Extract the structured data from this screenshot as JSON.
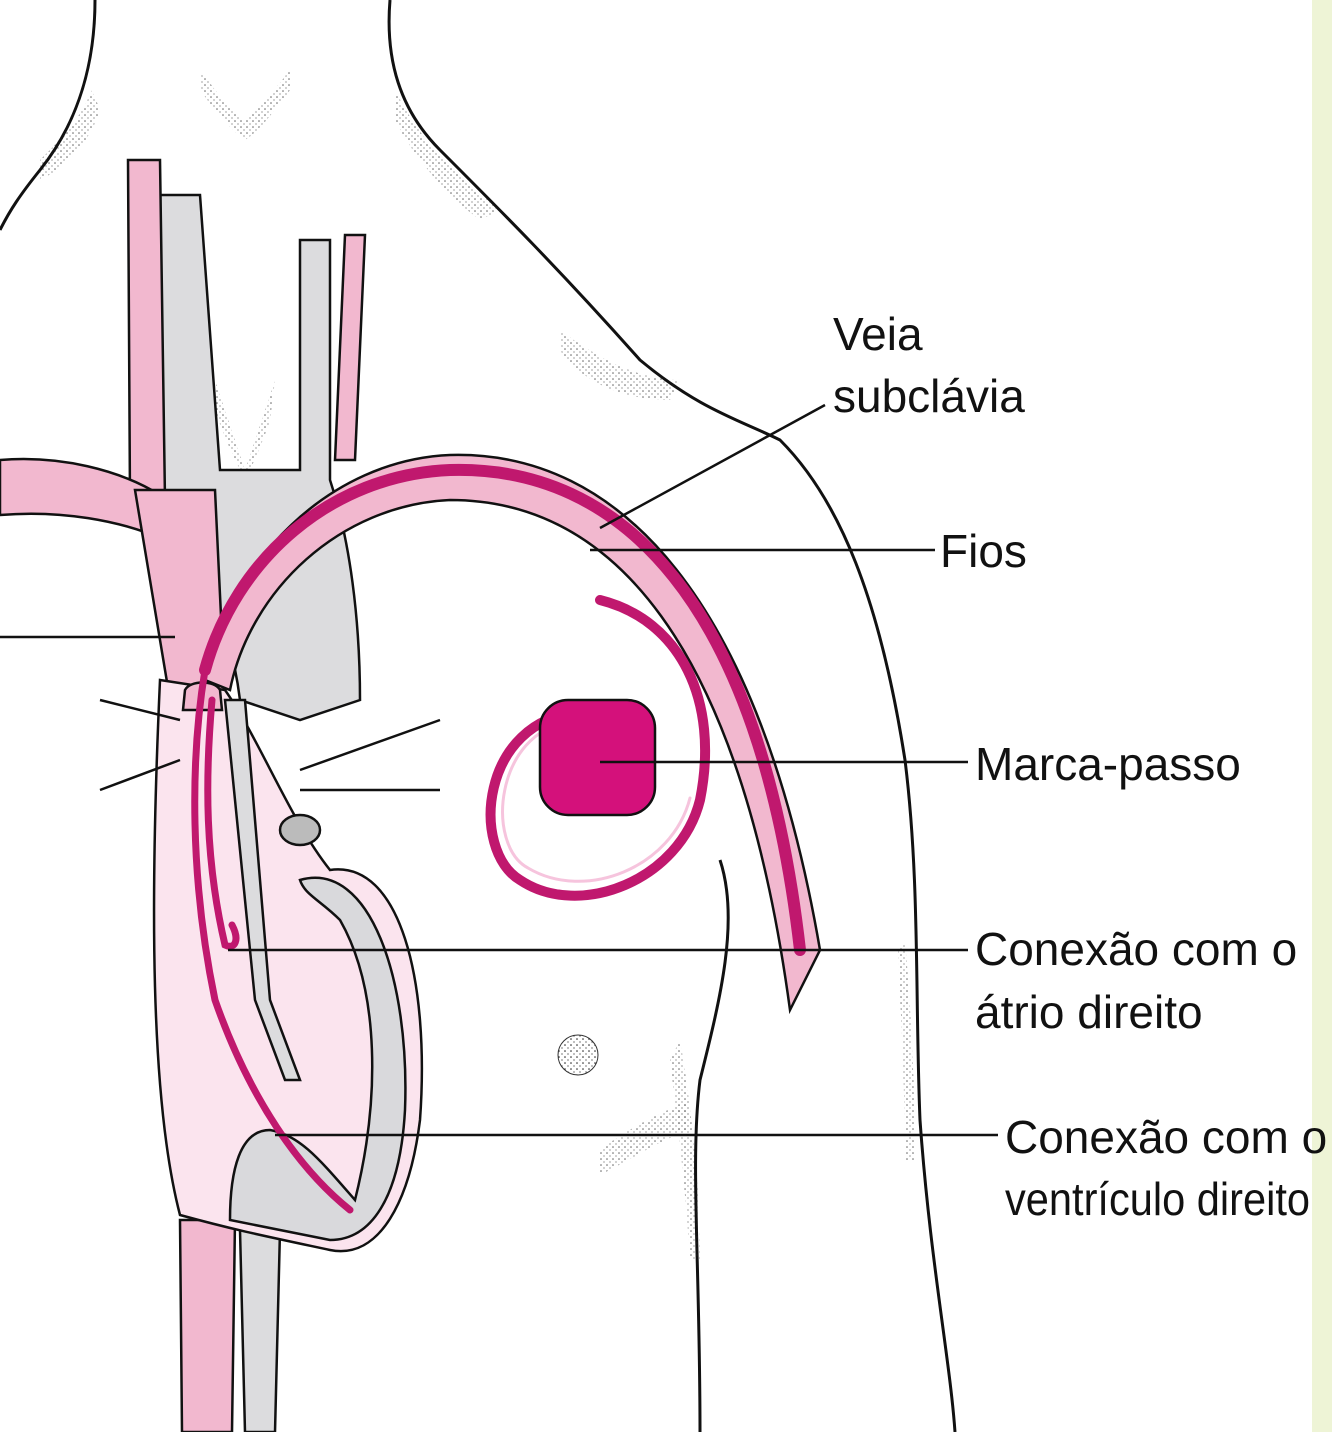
{
  "labels": {
    "veia_subclavia": [
      "Veia",
      "subclávia"
    ],
    "fios": "Fios",
    "marca_passo": "Marca-passo",
    "conexao_atrio": [
      "Conexão com o",
      "átrio direito"
    ],
    "conexao_ventriculo": [
      "Conexão com o",
      "ventrículo direito"
    ]
  },
  "colors": {
    "vein_pink": "#f2b8cf",
    "heart_fill": "#fbe4ee",
    "artery_gray": "#dcdcde",
    "lead_magenta": "#c0186e",
    "device_magenta": "#d4117b",
    "side_strip": "#eef4d6",
    "line": "#111111"
  }
}
